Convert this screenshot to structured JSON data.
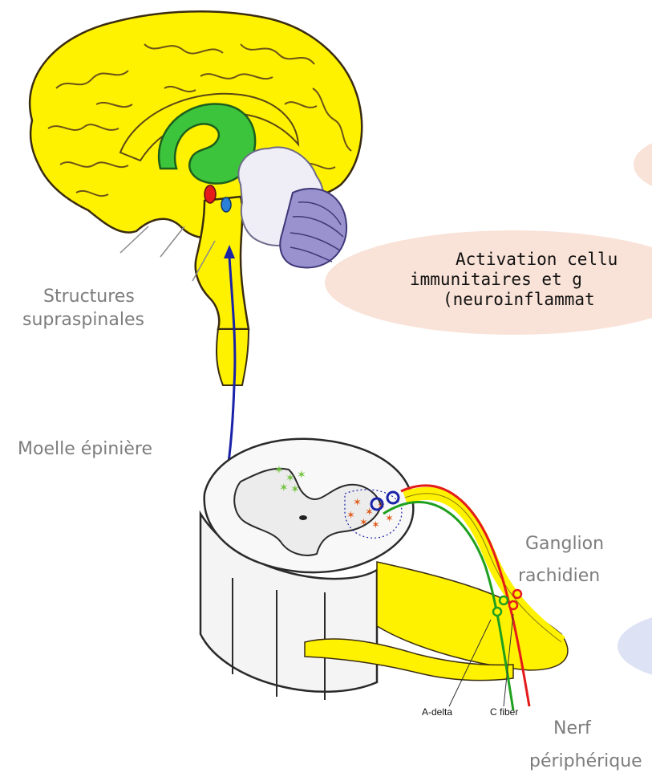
{
  "labels": {
    "structures": "Structures",
    "supraspinales": "supraspinales",
    "moelle": "Moelle épinière",
    "ganglion": "Ganglion",
    "rachidien": "rachidien",
    "nerf": "Nerf",
    "peripherique": "périphérique",
    "a_delta": "A-delta",
    "c_fiber": "C fiber"
  },
  "bubble": {
    "line1": "Activation cellu",
    "line2": "immunitaires et g",
    "line3": "(neuroinflammat"
  },
  "colors": {
    "brain": "#fff200",
    "thalamus": "#3cc43c",
    "cerebellum_white": "#efeef7",
    "cerebellum_folia": "#9a92cf",
    "pathway": "#1a22a8",
    "c_fiber": "#e51b1b",
    "a_delta": "#1fa01f",
    "bubble_pink": "#f9e2d7",
    "bubble_blue": "#dde3f4"
  }
}
